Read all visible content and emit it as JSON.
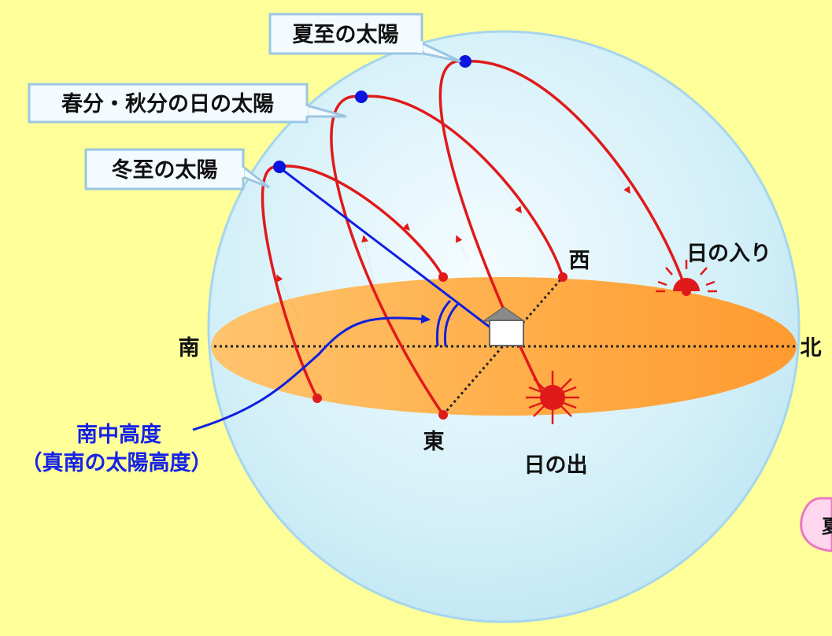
{
  "callouts": {
    "summer": "夏至の太陽",
    "equinox": "春分・秋分の日の太陽",
    "winter": "冬至の太陽"
  },
  "directions": {
    "south": "南",
    "north": "北",
    "east": "東",
    "west": "西"
  },
  "labels": {
    "sunrise": "日の出",
    "sunset": "日の入り",
    "culmination_line1": "南中高度",
    "culmination_line2": "（真南の太陽高度）",
    "bubble_partial": "夏"
  },
  "colors": {
    "background": "#ffff99",
    "sphere": "#c8ecf6",
    "horizon_plane": "#ffaa40",
    "sun_path": "#e01a1a",
    "zenith_dot": "#0a14e0",
    "altitude_line": "#1020e0",
    "callout_fill": "#f3fbff",
    "callout_border": "#9cc6e2",
    "culmination_text": "#1522e6",
    "bubble_fill": "#ffd6ee",
    "bubble_border": "#ea7ac0"
  }
}
